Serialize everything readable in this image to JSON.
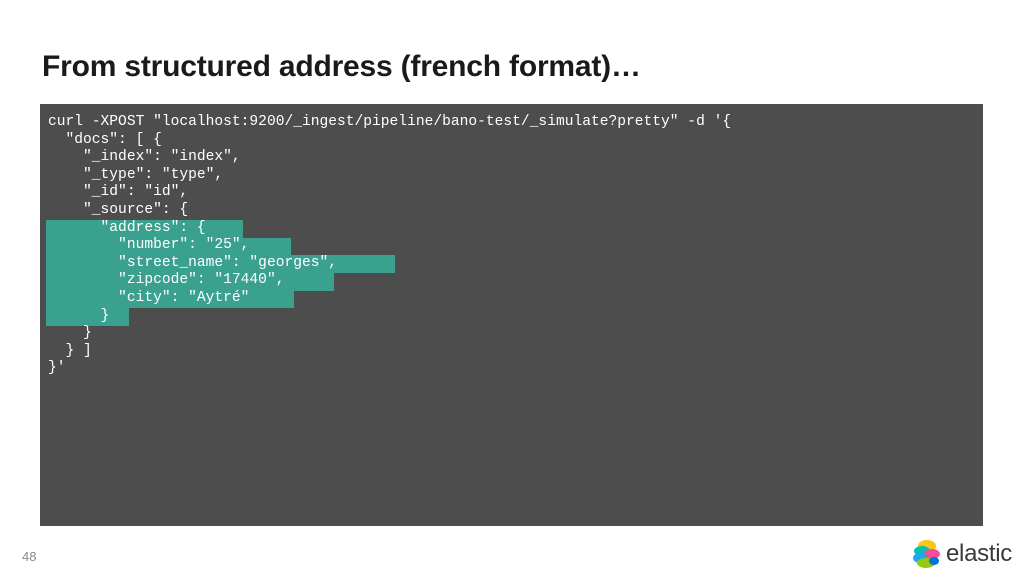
{
  "slide": {
    "title": "From structured address (french format)…",
    "page_number": "48"
  },
  "code": {
    "lines": [
      "curl -XPOST \"localhost:9200/_ingest/pipeline/bano-test/_simulate?pretty\" -d '{",
      "  \"docs\": [ {",
      "    \"_index\": \"index\",",
      "    \"_type\": \"type\",",
      "    \"_id\": \"id\",",
      "    \"_source\": {",
      "      \"address\": {",
      "        \"number\": \"25\",",
      "        \"street_name\": \"georges\",",
      "        \"zipcode\": \"17440\",",
      "        \"city\": \"Aytré\"",
      "      }",
      "    }",
      "  } ]",
      "}'"
    ]
  },
  "brand": {
    "logo_text": "elastic",
    "logo_icon": "elastic-logo-icon",
    "colors": {
      "code_background": "#4d4d4d",
      "highlight": "#3aa18f",
      "logo_yellow": "#fec514",
      "logo_pink": "#f04e98",
      "logo_teal": "#00bfb3",
      "logo_blue": "#1ba9f5",
      "logo_green": "#93c90e",
      "logo_navy": "#0077cc"
    }
  }
}
